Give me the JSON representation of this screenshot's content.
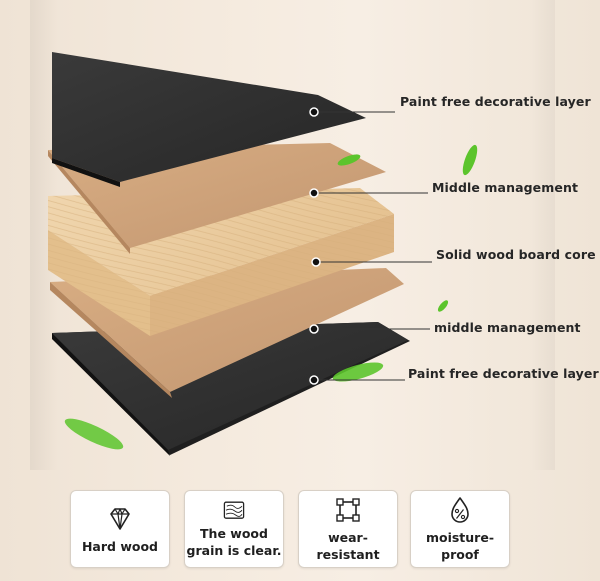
{
  "layers": [
    {
      "label": "Paint free decorative layer"
    },
    {
      "label": "Middle management"
    },
    {
      "label": "Solid wood board core"
    },
    {
      "label": "middle management"
    },
    {
      "label": "Paint free decorative layer"
    }
  ],
  "features": [
    {
      "label": "Hard wood",
      "icon": "diamond-icon"
    },
    {
      "label_line1": "The wood",
      "label_line2": "grain is clear.",
      "icon": "wood-grain-icon"
    },
    {
      "label": "wear-resistant",
      "icon": "square-nodes-icon"
    },
    {
      "label": "moisture-proof",
      "icon": "droplet-percent-icon"
    }
  ],
  "colors": {
    "decor_layer": "#2b2b2b",
    "middle_layer": "#c89a70",
    "core_layer": "#e7c89c",
    "leaf": "#59c32b"
  }
}
